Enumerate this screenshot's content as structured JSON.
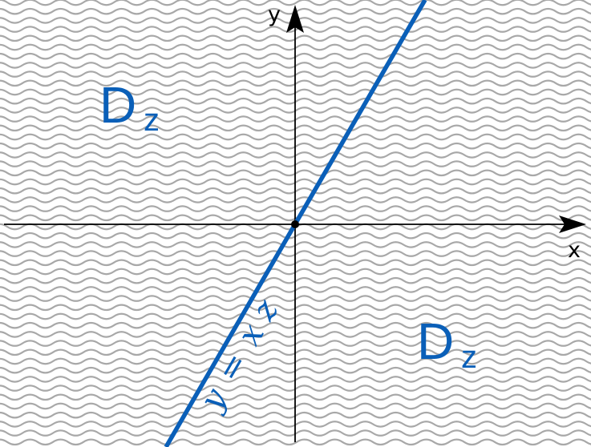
{
  "axes": {
    "x_label": "x",
    "y_label": "y"
  },
  "line": {
    "label_y": "y",
    "label_eq": "=",
    "label_x": "x",
    "label_z": "z"
  },
  "regions": {
    "top_left": {
      "main": "D",
      "sub": "z"
    },
    "bottom_right": {
      "main": "D",
      "sub": "z"
    }
  },
  "colors": {
    "line": "#0a5fb8",
    "label": "#0a5fb8",
    "hatch": "#a8a8a8",
    "axis": "#000000"
  }
}
